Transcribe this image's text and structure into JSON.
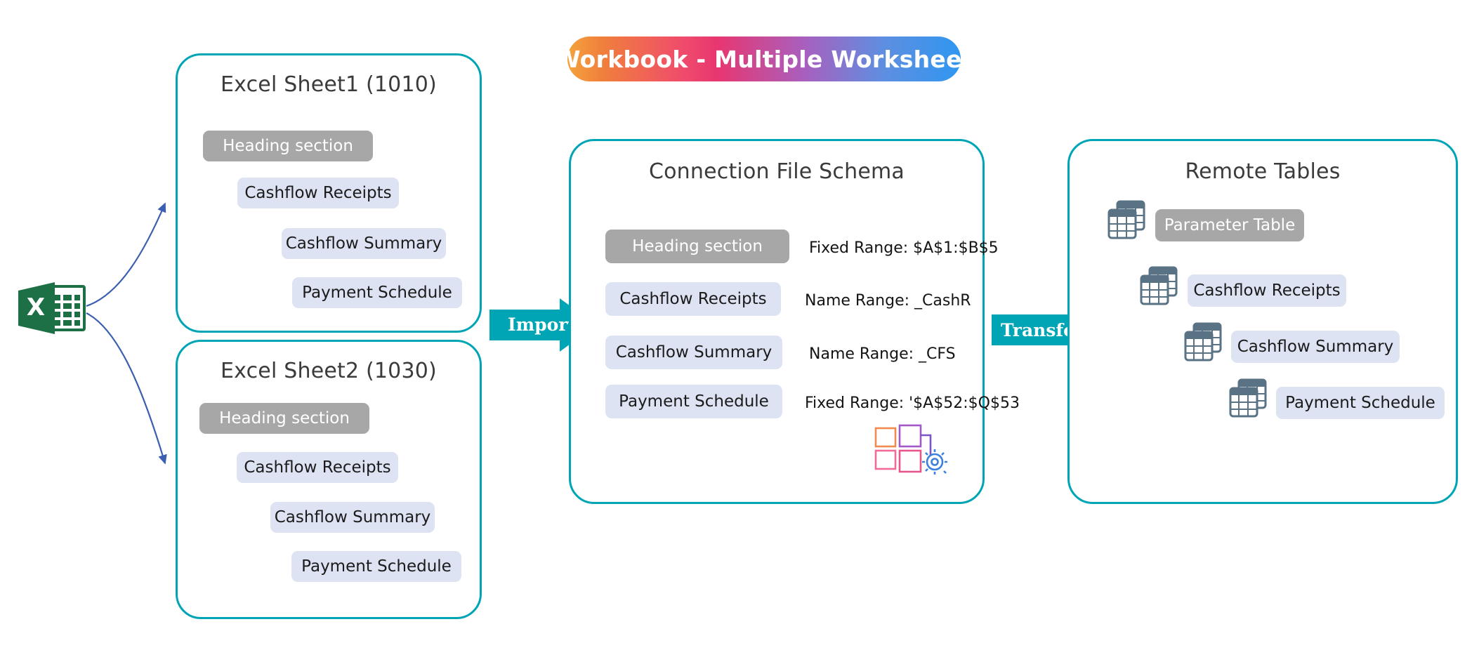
{
  "banner": {
    "text": "Workbook - Multiple Worksheet",
    "gradient_from": "#f5a33c",
    "gradient_mid1": "#e8366f",
    "gradient_mid2": "#a95fbe",
    "gradient_to": "#2f97f0"
  },
  "colors": {
    "panel_border": "#00a5b5",
    "chip_gray": "#a7a7a7",
    "chip_blue": "#dde3f3",
    "arrow_teal": "#00a5b5",
    "curve_blue": "#3b5fb0",
    "excel_green": "#1d7045",
    "table_icon": "#5a7384"
  },
  "source": {
    "excel_icon": "excel-file-icon"
  },
  "sheet1": {
    "title": "Excel Sheet1 (1010)",
    "items": [
      {
        "label": "Heading section",
        "style": "gray"
      },
      {
        "label": "Cashflow Receipts",
        "style": "blue"
      },
      {
        "label": "Cashflow Summary",
        "style": "blue"
      },
      {
        "label": "Payment Schedule",
        "style": "blue"
      }
    ]
  },
  "sheet2": {
    "title": "Excel Sheet2 (1030)",
    "items": [
      {
        "label": "Heading section",
        "style": "gray"
      },
      {
        "label": "Cashflow Receipts",
        "style": "blue"
      },
      {
        "label": "Cashflow Summary",
        "style": "blue"
      },
      {
        "label": "Payment Schedule",
        "style": "blue"
      }
    ]
  },
  "import_arrow": {
    "label": "Import"
  },
  "transform_arrow": {
    "label": "Transform"
  },
  "schema": {
    "title": "Connection File Schema",
    "icon": "windows-gear-icon",
    "rows": [
      {
        "label": "Heading section",
        "style": "gray",
        "range": "Fixed Range: $A$1:$B$5"
      },
      {
        "label": "Cashflow Receipts",
        "style": "blue",
        "range": "Name Range: _CashR"
      },
      {
        "label": "Cashflow Summary",
        "style": "blue",
        "range": "Name Range: _CFS"
      },
      {
        "label": "Payment Schedule",
        "style": "blue",
        "range": "Fixed Range: '$A$52:$Q$53"
      }
    ]
  },
  "remote": {
    "title": "Remote Tables",
    "rows": [
      {
        "label": "Parameter Table",
        "style": "gray"
      },
      {
        "label": "Cashflow Receipts",
        "style": "blue"
      },
      {
        "label": "Cashflow Summary",
        "style": "blue"
      },
      {
        "label": "Payment Schedule",
        "style": "blue"
      }
    ]
  }
}
